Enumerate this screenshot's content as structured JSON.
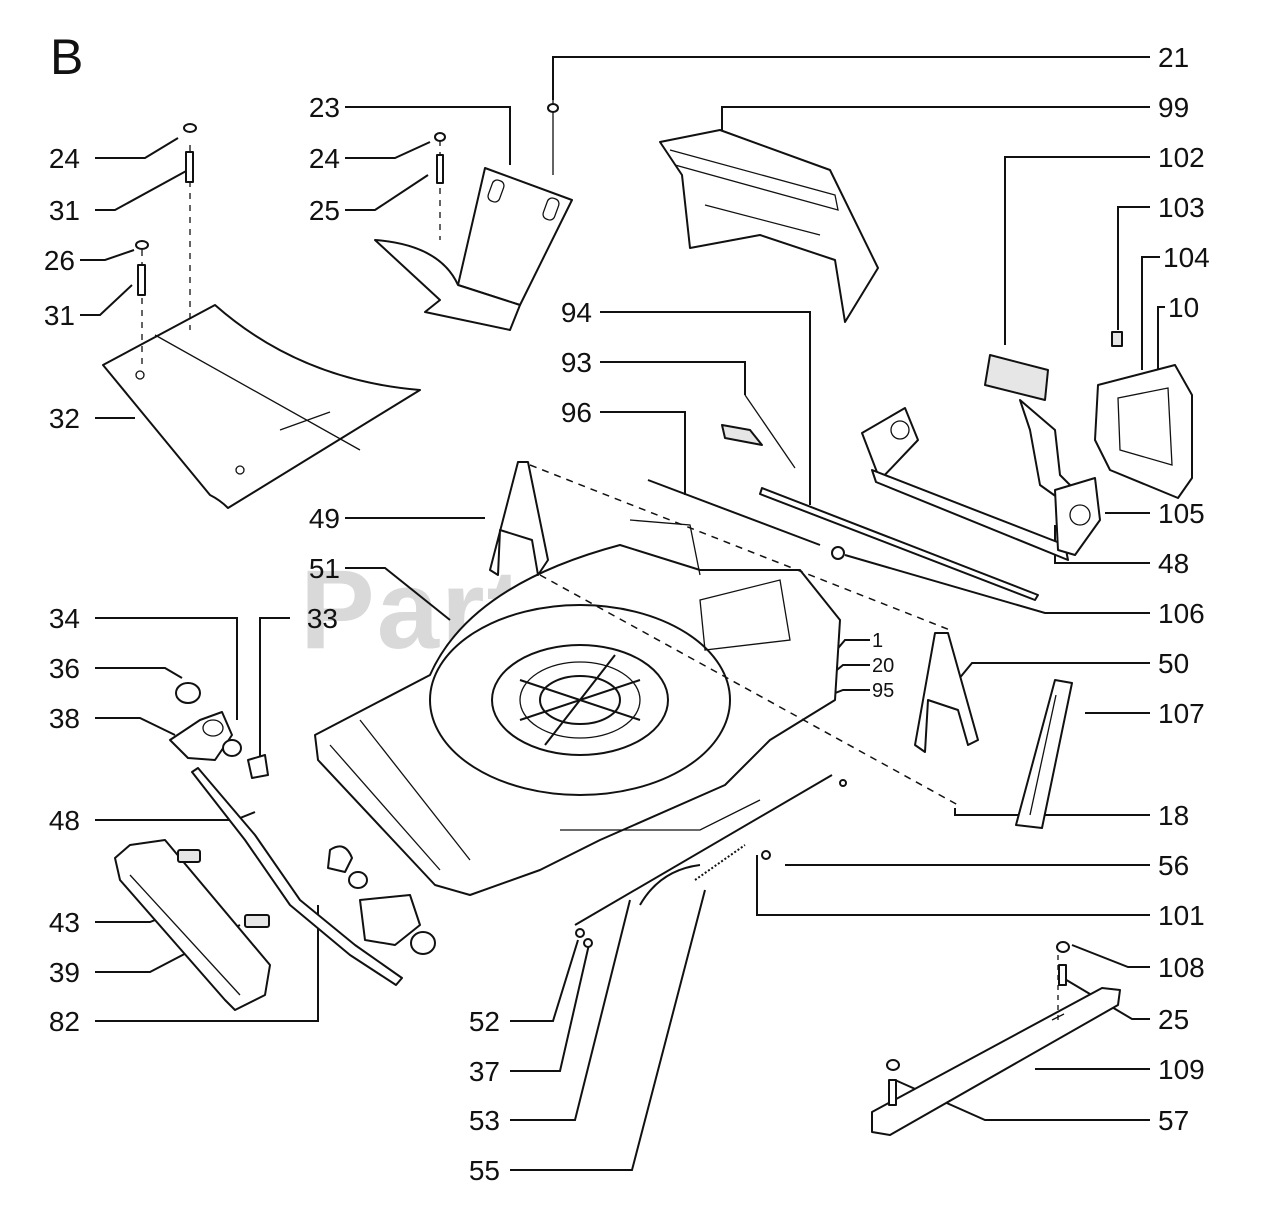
{
  "section_label": "B",
  "watermark": "PartsTree",
  "callouts": [
    {
      "id": "c21",
      "label": "21"
    },
    {
      "id": "c99",
      "label": "99"
    },
    {
      "id": "c102",
      "label": "102"
    },
    {
      "id": "c103",
      "label": "103"
    },
    {
      "id": "c104",
      "label": "104"
    },
    {
      "id": "c10",
      "label": "10"
    },
    {
      "id": "c105",
      "label": "105"
    },
    {
      "id": "c48r",
      "label": "48"
    },
    {
      "id": "c106",
      "label": "106"
    },
    {
      "id": "c50",
      "label": "50"
    },
    {
      "id": "c107",
      "label": "107"
    },
    {
      "id": "c18",
      "label": "18"
    },
    {
      "id": "c56",
      "label": "56"
    },
    {
      "id": "c101",
      "label": "101"
    },
    {
      "id": "c108",
      "label": "108"
    },
    {
      "id": "c25r",
      "label": "25"
    },
    {
      "id": "c109",
      "label": "109"
    },
    {
      "id": "c57",
      "label": "57"
    },
    {
      "id": "c24a",
      "label": "24"
    },
    {
      "id": "c31a",
      "label": "31"
    },
    {
      "id": "c26",
      "label": "26"
    },
    {
      "id": "c31b",
      "label": "31"
    },
    {
      "id": "c32",
      "label": "32"
    },
    {
      "id": "c23",
      "label": "23"
    },
    {
      "id": "c24b",
      "label": "24"
    },
    {
      "id": "c25a",
      "label": "25"
    },
    {
      "id": "c94",
      "label": "94"
    },
    {
      "id": "c93",
      "label": "93"
    },
    {
      "id": "c96",
      "label": "96"
    },
    {
      "id": "c49",
      "label": "49"
    },
    {
      "id": "c51",
      "label": "51"
    },
    {
      "id": "c34",
      "label": "34"
    },
    {
      "id": "c33",
      "label": "33"
    },
    {
      "id": "c36",
      "label": "36"
    },
    {
      "id": "c38",
      "label": "38"
    },
    {
      "id": "c48l",
      "label": "48"
    },
    {
      "id": "c43",
      "label": "43"
    },
    {
      "id": "c39",
      "label": "39"
    },
    {
      "id": "c82",
      "label": "82"
    },
    {
      "id": "c52",
      "label": "52"
    },
    {
      "id": "c37",
      "label": "37"
    },
    {
      "id": "c53",
      "label": "53"
    },
    {
      "id": "c55",
      "label": "55"
    },
    {
      "id": "c1",
      "label": "1"
    },
    {
      "id": "c20",
      "label": "20"
    },
    {
      "id": "c95",
      "label": "95"
    }
  ]
}
